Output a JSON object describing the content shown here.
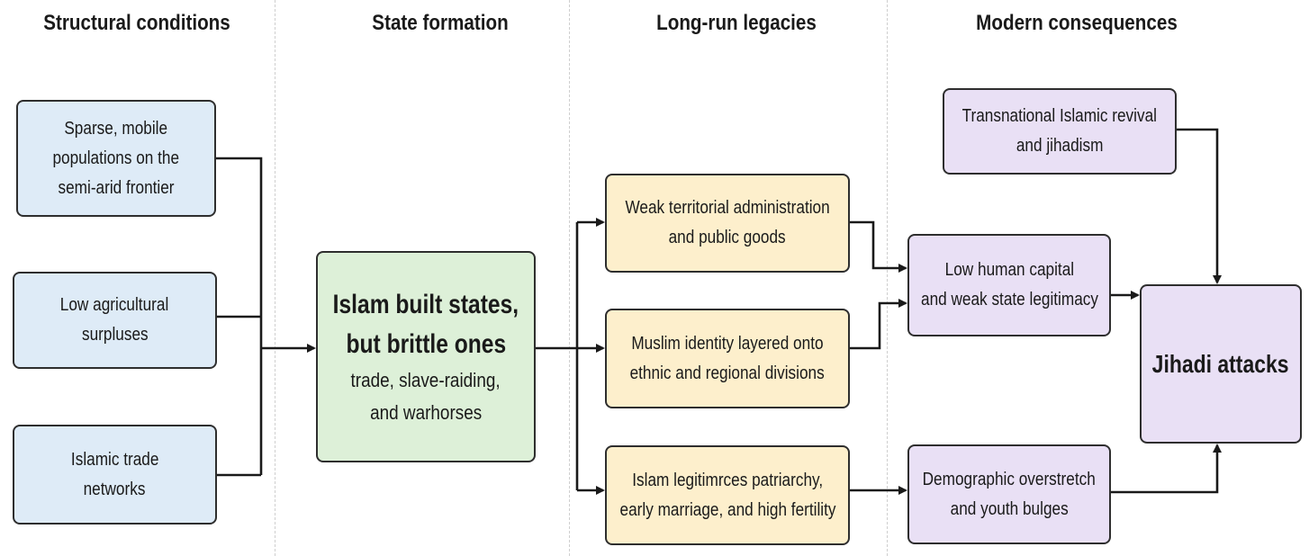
{
  "columns": [
    "Structural conditions",
    "State formation",
    "Long-run legacies",
    "Modern consequences"
  ],
  "structural": [
    [
      "Sparse, mobile",
      "populations on the",
      "semi-arid frontier"
    ],
    [
      "Low agricultural",
      "surpluses"
    ],
    [
      "Islamic trade",
      "networks"
    ]
  ],
  "state": {
    "headline": [
      "Islam built states,",
      "but brittle ones"
    ],
    "detail": [
      "trade, slave-raiding,",
      "and warhorses"
    ]
  },
  "legacies": [
    [
      "Weak territorial administration",
      "and public goods"
    ],
    [
      "Muslim identity layered onto",
      "ethnic and regional divisions"
    ],
    [
      "Islam legitimrces patriarchy,",
      "early marriage, and high fertility"
    ]
  ],
  "consequences": [
    [
      "Transnational Islamic revival",
      "and jihadism"
    ],
    [
      "Low human capital",
      "and weak state legitimacy"
    ],
    [
      "Demographic overstretch",
      "and youth bulges"
    ]
  ],
  "outcome": "Jihadi attacks",
  "colors": {
    "structural": "#deebf7",
    "state": "#ddf0d8",
    "legacies": "#fdefcc",
    "consequences": "#e9e0f5",
    "stroke": "#2e2e2e"
  }
}
